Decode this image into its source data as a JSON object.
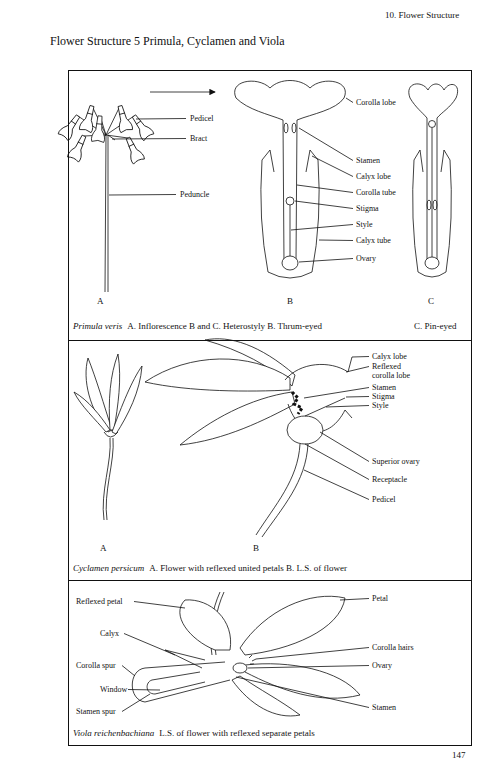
{
  "diagram": {
    "title": "Flower Structure 5 Primula, Cyclamen and Viola",
    "nodes": [
      {
        "text": [
          "Primula veris",
          "A. Inflorescence B and C. Heterostyly B. Thrum-eyed",
          "C. Pin-eyed"
        ]
      },
      {
        "text": [
          "Cyclamen persicum",
          "A. Flower with reflexed united petals B. L.S. of flower"
        ]
      },
      {
        "text": [
          "Viola reichenbachiana",
          "L.S. of flower with reflexed separate petals"
        ]
      }
    ],
    "labels": [
      "10. Flower Structure",
      "Pedicel",
      "Bract",
      "Peduncle",
      "Corolla lobe",
      "Stamen",
      "Calyx lobe",
      "Corolla tube",
      "Stigma",
      "Style",
      "Calyx tube",
      "Ovary",
      "A",
      "B",
      "C",
      "Calyx lobe",
      "Reflexed corolla lobe",
      "Stamen",
      "Stigma",
      "Style",
      "Superior ovary",
      "Receptacle",
      "Pedicel",
      "A",
      "B",
      "Reflexed petal",
      "Calyx",
      "Corolla spur",
      "Window",
      "Stamen spur",
      "Petal",
      "Corolla hairs",
      "Ovary",
      "Stamen",
      "147"
    ]
  }
}
